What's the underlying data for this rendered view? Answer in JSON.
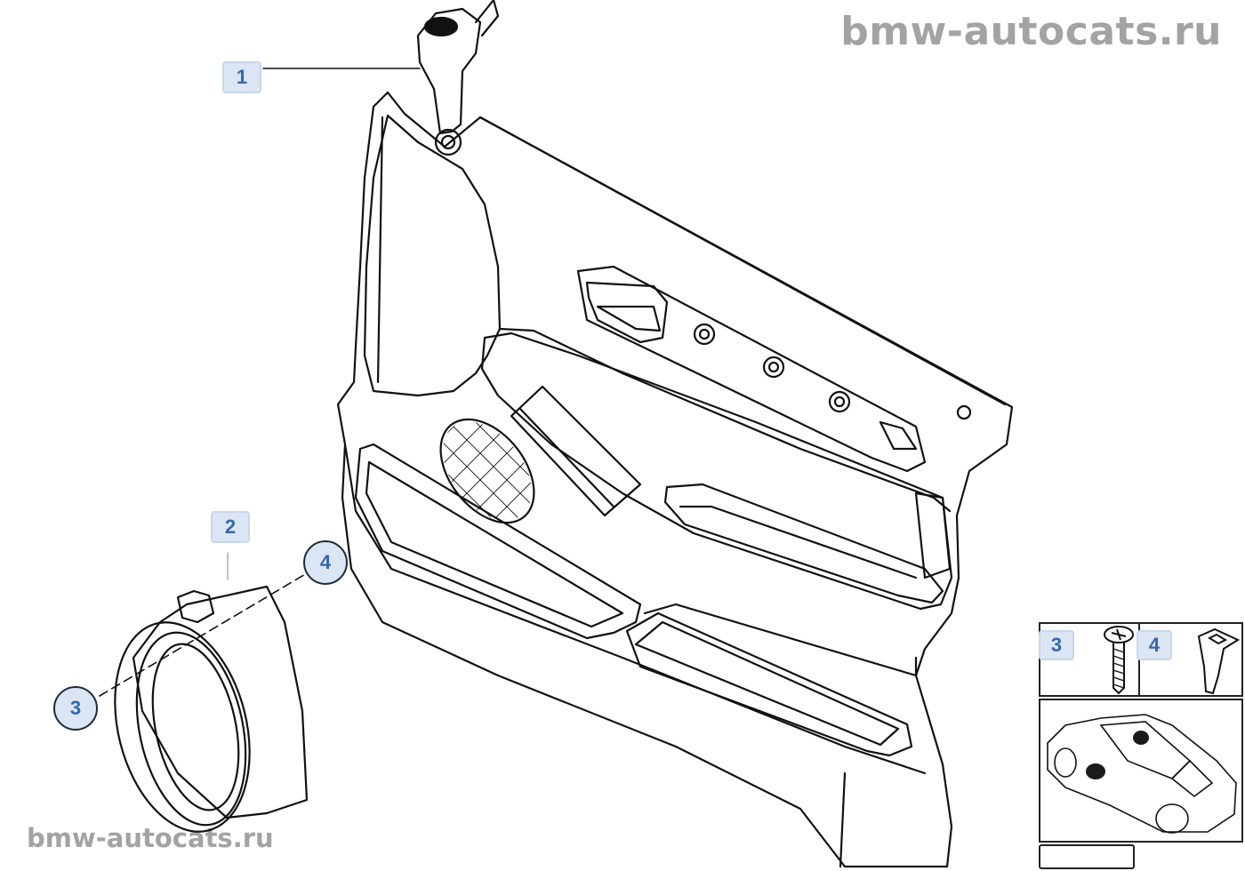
{
  "watermark": {
    "top": "bmw-autocats.ru",
    "bottom": "bmw-autocats.ru"
  },
  "callouts": [
    {
      "id": "1",
      "label": "1",
      "style": "square"
    },
    {
      "id": "2",
      "label": "2",
      "style": "square"
    },
    {
      "id": "3",
      "label": "3",
      "style": "circle"
    },
    {
      "id": "4",
      "label": "4",
      "style": "circle"
    }
  ],
  "inset": {
    "screw_label": "3",
    "clip_label": "4"
  },
  "colors": {
    "callout_fill": "#dbe5f3",
    "callout_text": "#3468ac",
    "watermark": "#a3a3a3",
    "line": "#111111",
    "speaker_marker": "#1a1a1a"
  }
}
